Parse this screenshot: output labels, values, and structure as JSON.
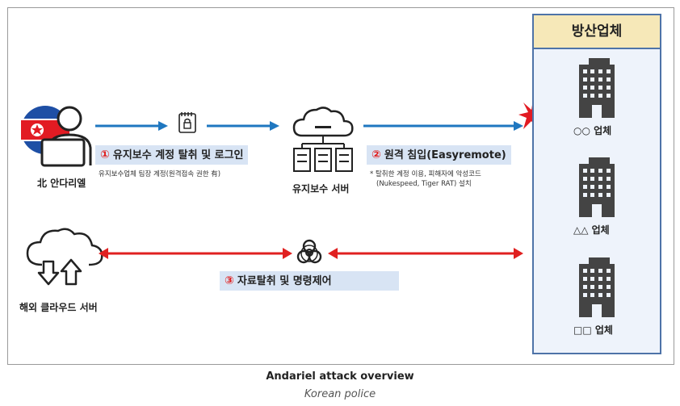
{
  "diagram": {
    "actor": {
      "label": "北 안다리엘"
    },
    "step1": {
      "num": "①",
      "text": "유지보수 계정 탈취 및 로그인",
      "note": "유지보수업체 팀장 계정(원격접속 권한 有)"
    },
    "server": {
      "label": "유지보수 서버"
    },
    "step2": {
      "num": "②",
      "text": "원격 침입(Easyremote)",
      "note_line1": "* 탈취한 계정 이용, 피해자에 악성코드",
      "note_line2": "(Nukespeed, Tiger RAT) 설치"
    },
    "cloud": {
      "label": "해외 클라우드 서버"
    },
    "step3": {
      "num": "③",
      "text": "자료탈취 및 명령제어"
    },
    "targets": {
      "title": "방산업체",
      "items": [
        {
          "label": "○○ 업체"
        },
        {
          "label": "△△ 업체"
        },
        {
          "label": "□□ 업체"
        }
      ]
    },
    "colors": {
      "arrow_blue": "#1f77c0",
      "arrow_red": "#e02020",
      "panel_border": "#4e73a8",
      "panel_title_bg": "#f6e8b8",
      "step_bg": "#d8e4f4"
    }
  },
  "caption": {
    "title": "Andariel attack overview",
    "source": "Korean police"
  }
}
